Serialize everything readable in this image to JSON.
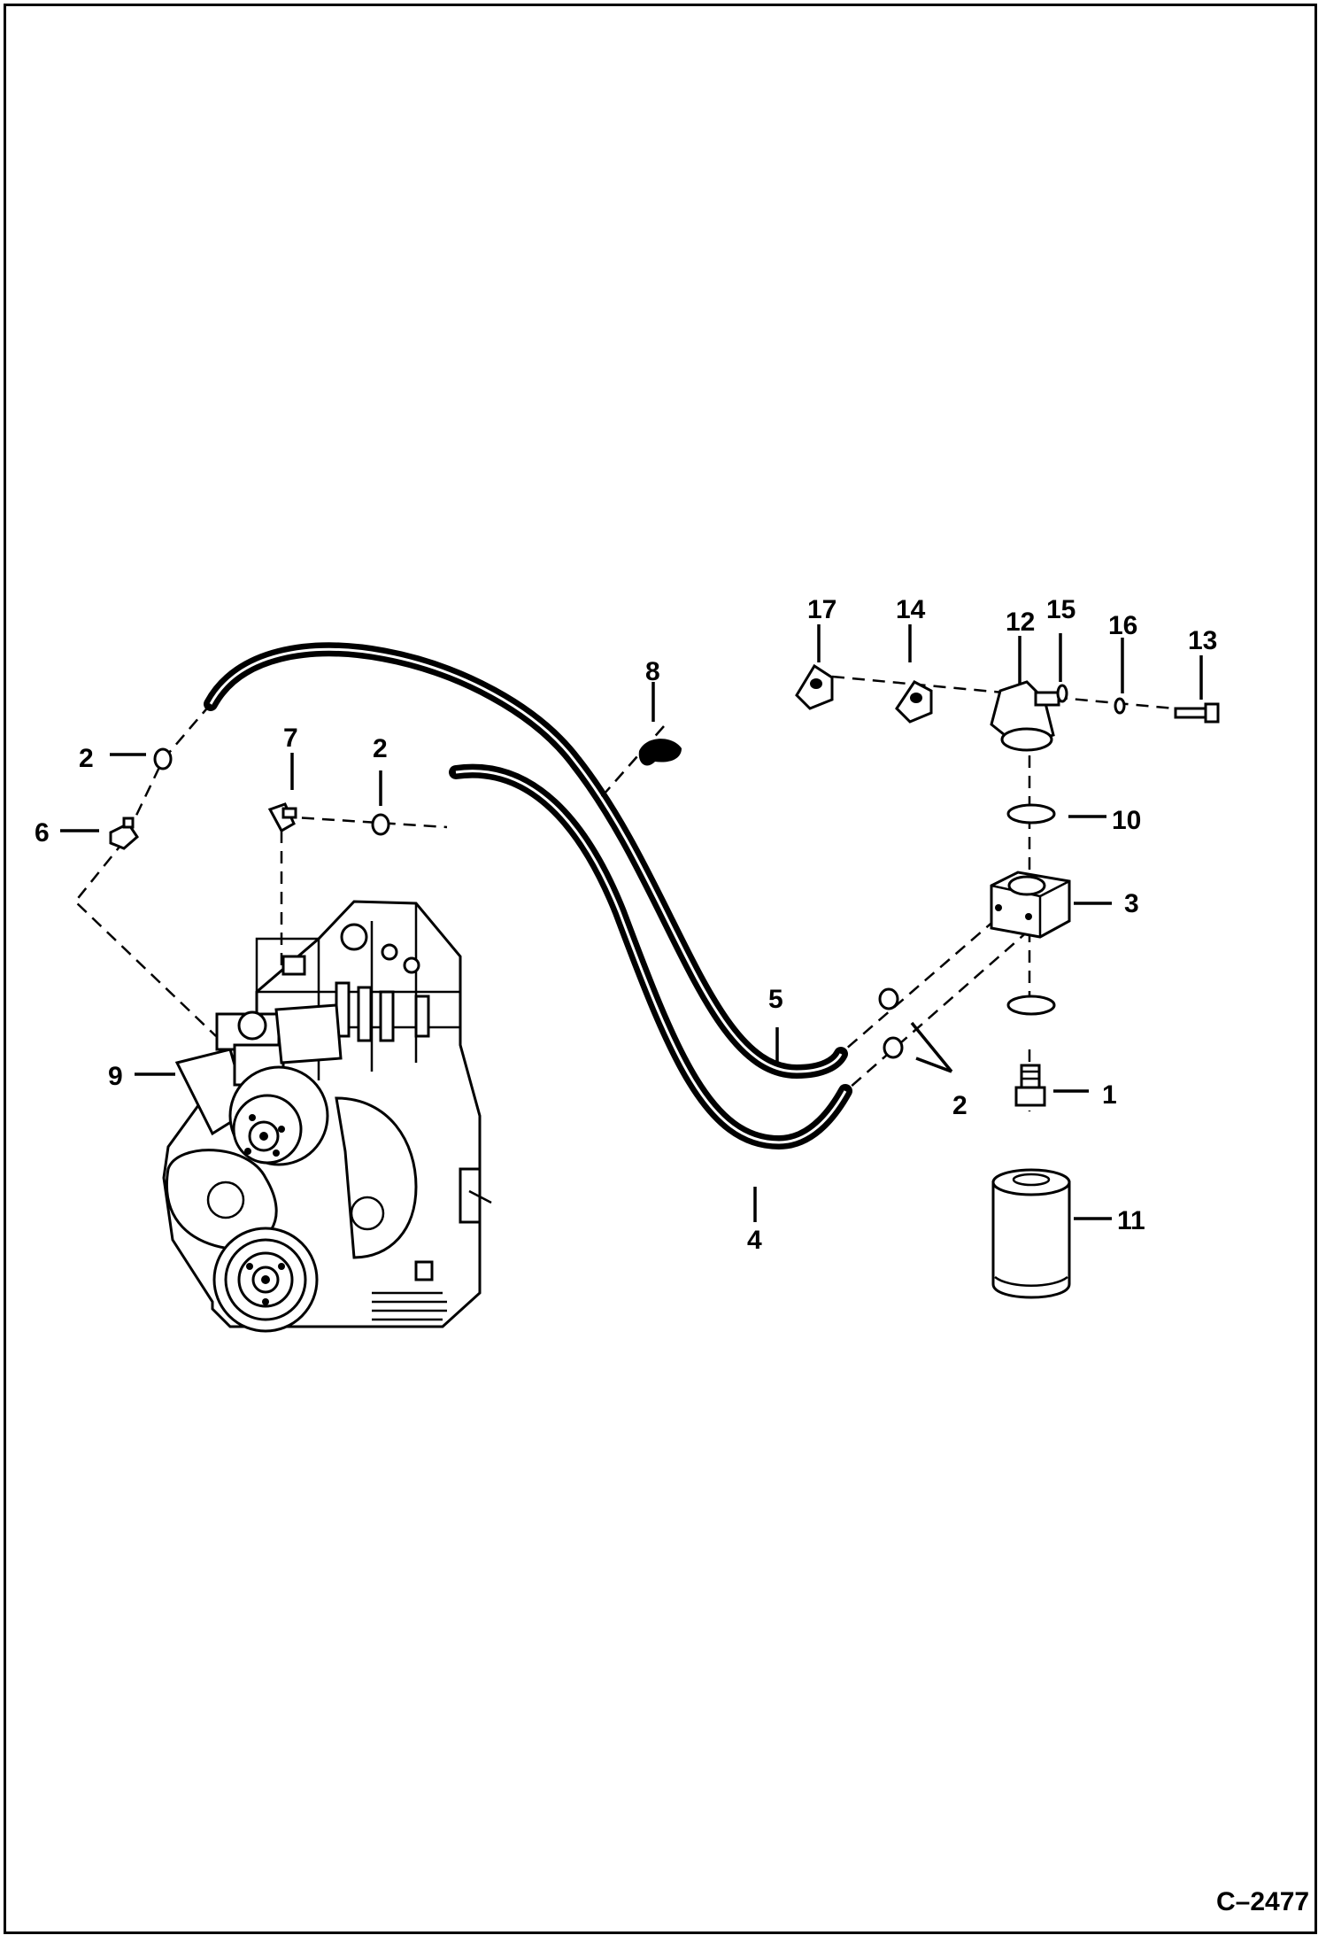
{
  "diagram": {
    "drawing_code": "C–2477",
    "callouts": {
      "c1": "1",
      "c2a": "2",
      "c2b": "2",
      "c2c": "2",
      "c3": "3",
      "c4": "4",
      "c5": "5",
      "c6": "6",
      "c7": "7",
      "c8": "8",
      "c9": "9",
      "c10": "10",
      "c11": "11",
      "c12": "12",
      "c13": "13",
      "c14": "14",
      "c15": "15",
      "c16": "16",
      "c17": "17"
    }
  }
}
